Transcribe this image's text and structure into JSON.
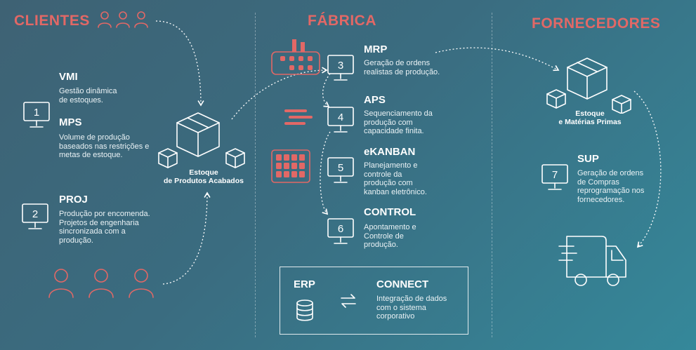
{
  "sections": {
    "clientes": "CLIENTES",
    "fabrica": "FÁBRICA",
    "fornecedores": "FORNECEDORES"
  },
  "clientes": {
    "vmi": {
      "label": "VMI",
      "desc": [
        "Gestão dinâmica",
        "de estoques."
      ]
    },
    "mps": {
      "number": "1",
      "label": "MPS",
      "desc": [
        "Volume de produção",
        "baseados nas restrições e",
        "metas de estoque."
      ]
    },
    "proj": {
      "number": "2",
      "label": "PROJ",
      "desc": [
        "Produção por encomenda.",
        "Projetos de engenharia",
        "sincronizada com a",
        "produção."
      ]
    },
    "stock_caption": [
      "Estoque",
      "de Produtos Acabados"
    ]
  },
  "fabrica": {
    "mrp": {
      "number": "3",
      "label": "MRP",
      "desc": [
        "Geração de ordens",
        "realistas de produção."
      ]
    },
    "aps": {
      "number": "4",
      "label": "APS",
      "desc": [
        "Sequenciamento da",
        "produção com",
        "capacidade finita."
      ]
    },
    "ekanban": {
      "number": "5",
      "label": "eKANBAN",
      "desc": [
        "Planejamento e",
        "controle da",
        "produção com",
        "kanban eletrônico."
      ]
    },
    "control": {
      "number": "6",
      "label": "CONTROL",
      "desc": [
        "Apontamento e",
        "Controle de",
        "produção."
      ]
    },
    "erp": {
      "label": "ERP"
    },
    "connect": {
      "label": "CONNECT",
      "desc": [
        "Integração de dados",
        "com o sistema",
        "corporativo"
      ]
    }
  },
  "fornecedores": {
    "stock_caption": [
      "Estoque",
      "e Matérias Primas"
    ],
    "sup": {
      "number": "7",
      "label": "SUP",
      "desc": [
        "Geração de ordens",
        "de Compras",
        "reprogramação nos",
        "fornecedores."
      ]
    }
  },
  "colors": {
    "accent": "#e26866",
    "line": "#ffffff",
    "bg_start": "#3e6274",
    "bg_end": "#35889a"
  },
  "icons": [
    "people-icon",
    "monitor-icon",
    "box-icon",
    "factory-icon",
    "sequence-icon",
    "kanban-grid-icon",
    "database-icon",
    "exchange-arrows-icon",
    "delivery-truck-icon"
  ]
}
